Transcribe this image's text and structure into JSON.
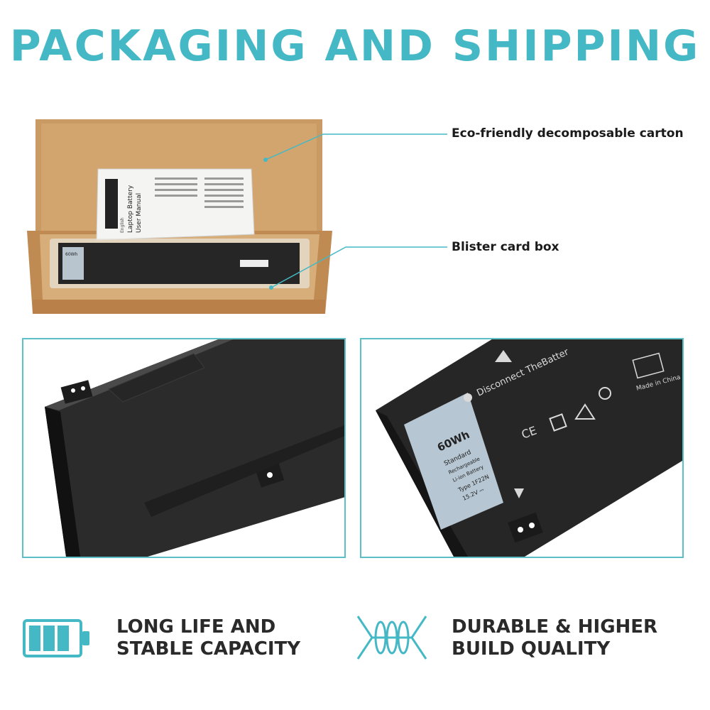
{
  "title": "PACKAGING AND SHIPPING",
  "colors": {
    "accent": "#45b8c5",
    "text": "#2a2a2a",
    "carton": "#c8955d",
    "battery": "#1c1c1c"
  },
  "hero": {
    "manual": {
      "lang": "English",
      "line1": "Laptop Battery",
      "line2": "User Manual"
    },
    "label_small": "60Wh"
  },
  "callouts": [
    {
      "label": "Eco-friendly decomposable carton"
    },
    {
      "label": "Blister card box"
    }
  ],
  "battery_label": {
    "capacity": "60Wh",
    "line1": "Standard",
    "line2": "Rechargeable",
    "line3": "Li-ion Battery",
    "type": "Type 1F22N",
    "voltage": "15.2V ⎓",
    "warning": "Disconnect TheBatter",
    "made": "Made in China",
    "ce": "CE"
  },
  "features": [
    {
      "icon": "battery-icon",
      "line1": "LONG LIFE AND",
      "line2": "STABLE CAPACITY"
    },
    {
      "icon": "durable-coil-icon",
      "line1": "DURABLE & HIGHER",
      "line2": "BUILD QUALITY"
    }
  ]
}
